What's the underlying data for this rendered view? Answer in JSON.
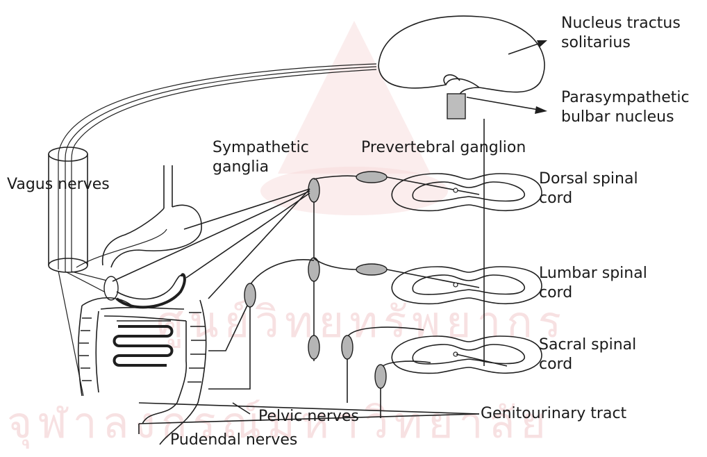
{
  "labels": {
    "nucleus_tractus": [
      "Nucleus tractus",
      "solitarius"
    ],
    "parasympathetic_bulbar": [
      "Parasympathetic",
      "bulbar nucleus"
    ],
    "sympathetic_ganglia": [
      "Sympathetic",
      "ganglia"
    ],
    "prevertebral_ganglion": "Prevertebral ganglion",
    "vagus_nerves": "Vagus nerves",
    "dorsal_spinal_cord": [
      "Dorsal spinal",
      "cord"
    ],
    "lumbar_spinal_cord": [
      "Lumbar spinal",
      "cord"
    ],
    "sacral_spinal_cord": [
      "Sacral spinal",
      "cord"
    ],
    "pelvic_nerves": "Pelvic nerves",
    "genitourinary_tract": "Genitourinary tract",
    "pudendal_nerves": "Pudendal nerves"
  },
  "watermark": {
    "line1": "ศูนย์วิทยทรัพยากร",
    "line2": "จุฬาลงกรณ์มหาวิทยาลัย"
  },
  "colors": {
    "ganglion_fill": "#b5b5b5",
    "line": "#1f1f1f",
    "watermark": "#f2c9cc"
  }
}
